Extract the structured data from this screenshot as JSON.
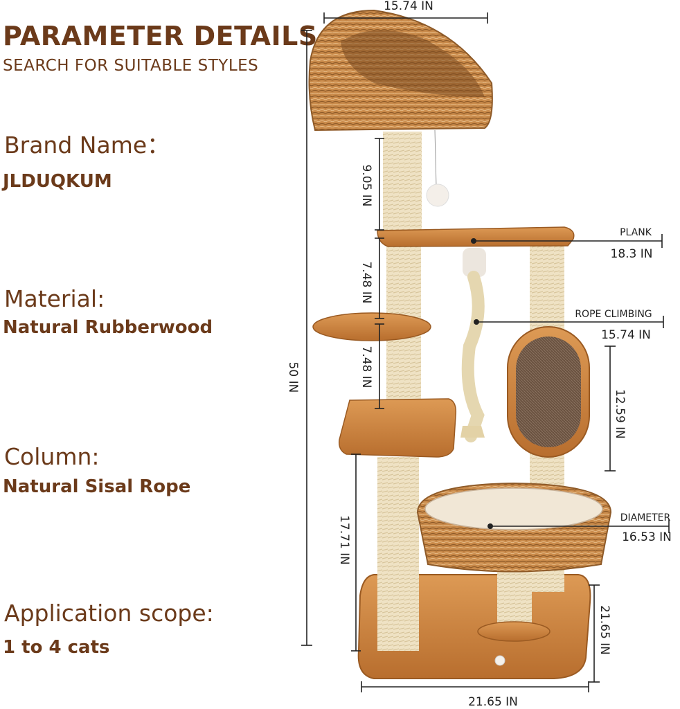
{
  "header": {
    "title": "PARAMETER DETAILS",
    "subtitle": "SEARCH FOR SUITABLE STYLES"
  },
  "specs": [
    {
      "label": "Brand Name：",
      "value": "JLDUQKUM"
    },
    {
      "label": "Material:",
      "value": "Natural Rubberwood"
    },
    {
      "label": "Column:",
      "value": "Natural Sisal Rope"
    },
    {
      "label": "Application scope:",
      "value": "1 to 4 cats"
    }
  ],
  "dimensions": {
    "top_width": "15.74 IN",
    "total_height": "50 IN",
    "post_top": "9.05 IN",
    "post_mid1": "7.48 IN",
    "post_mid2": "7.48 IN",
    "post_bottom": "17.71 IN",
    "plank_label": "PLANK",
    "plank_value": "18.3 IN",
    "rope_label": "ROPE CLIMBING",
    "rope_value": "15.74 IN",
    "scratcher_height": "12.59 IN",
    "diameter_label": "DIAMETER",
    "diameter_value": "16.53 IN",
    "base_depth": "21.65 IN",
    "base_width": "21.65 IN"
  },
  "colors": {
    "text": "#6b3a1a",
    "wood": "#c8813f",
    "wicker": "#c98a4a",
    "sisal": "#efe2c4"
  }
}
